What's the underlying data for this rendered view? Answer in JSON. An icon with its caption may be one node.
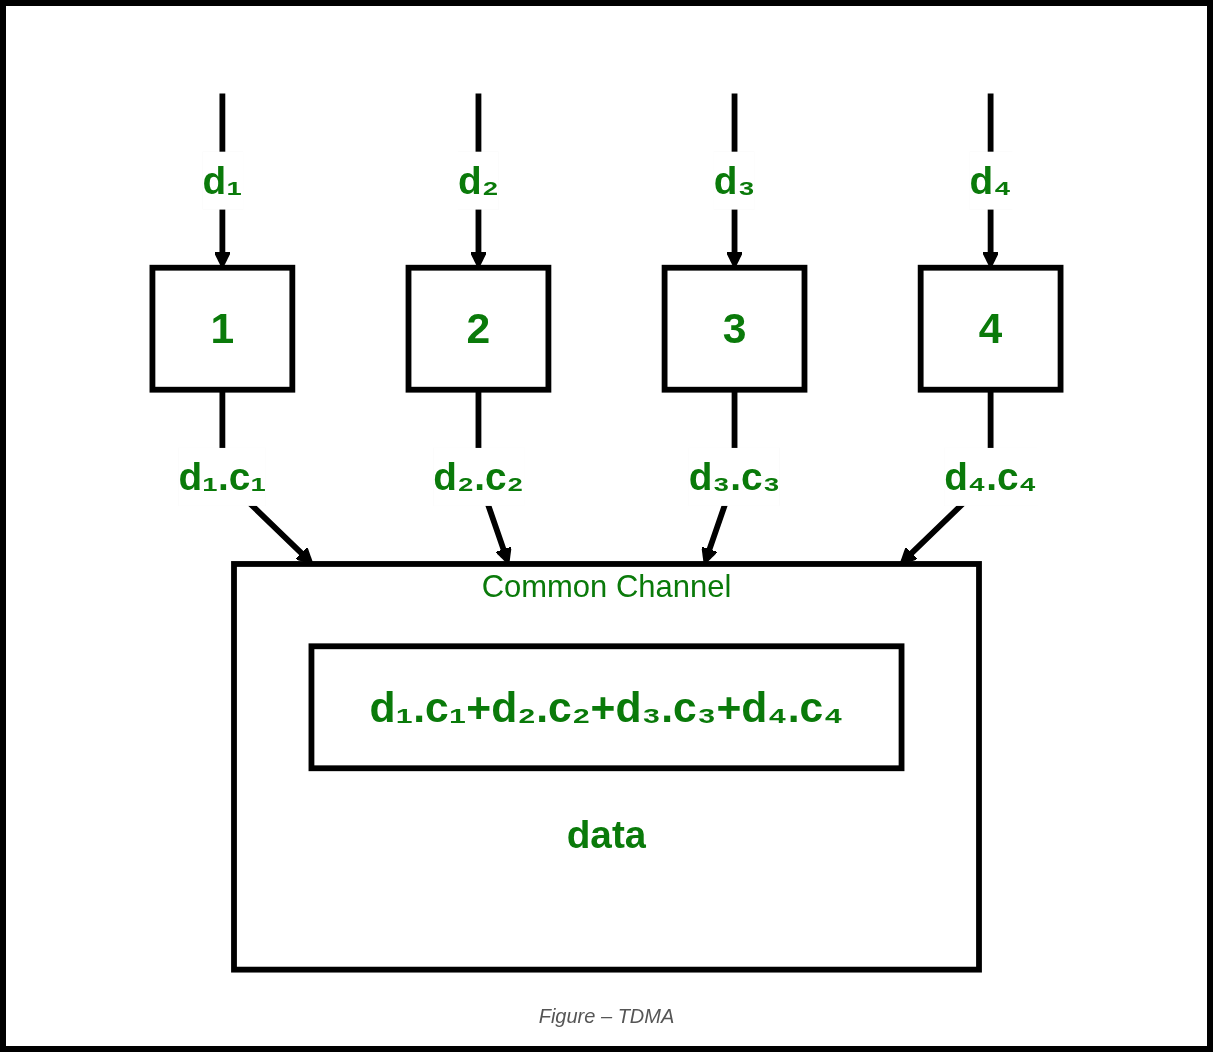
{
  "diagram": {
    "caption": "Figure – TDMA",
    "nodes": [
      {
        "text": [
          "Common Channel"
        ]
      },
      {
        "text": [
          "d₁.c₁+d₂.c₂+d₃.c₃+d₄.c₄"
        ],
        "in": 0,
        "beside": [
          "data"
        ]
      },
      {
        "text": [
          "1"
        ]
      },
      {
        "text": [
          "2"
        ]
      },
      {
        "text": [
          "3"
        ]
      },
      {
        "text": [
          "4"
        ]
      }
    ],
    "edges": [
      {
        "from": null,
        "to": 2,
        "arrow": "to",
        "label": "d₁"
      },
      {
        "from": 2,
        "to": 0,
        "arrow": "to",
        "label": "d₁.c₁"
      },
      {
        "from": null,
        "to": 3,
        "arrow": "to",
        "label": "d₂"
      },
      {
        "from": 3,
        "to": 0,
        "arrow": "to",
        "label": "d₂.c₂"
      },
      {
        "from": null,
        "to": 4,
        "arrow": "to",
        "label": "d₃"
      },
      {
        "from": 4,
        "to": 0,
        "arrow": "to",
        "label": "d₃.c₃"
      },
      {
        "from": null,
        "to": 5,
        "arrow": "to",
        "label": "d₄"
      },
      {
        "from": 5,
        "to": 0,
        "arrow": "to",
        "label": "d₄.c₄"
      }
    ]
  }
}
